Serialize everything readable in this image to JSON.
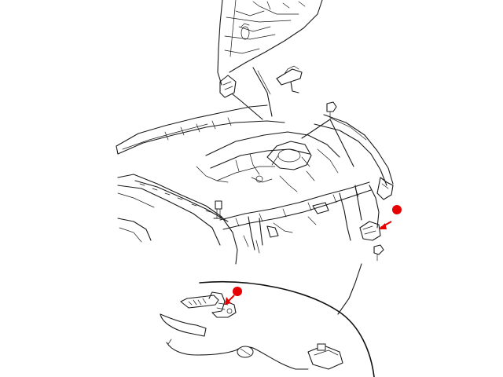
{
  "diagram": {
    "view": "engine-compartment-hood-latch-location",
    "background_color": "#ffffff",
    "line_color": "#1a1a1a",
    "callout_marker_color": "#e60000",
    "arrow_color": "#e60000",
    "markers": [
      {
        "name": "hood-latch-marker"
      },
      {
        "name": "detail-latch-marker"
      }
    ]
  }
}
